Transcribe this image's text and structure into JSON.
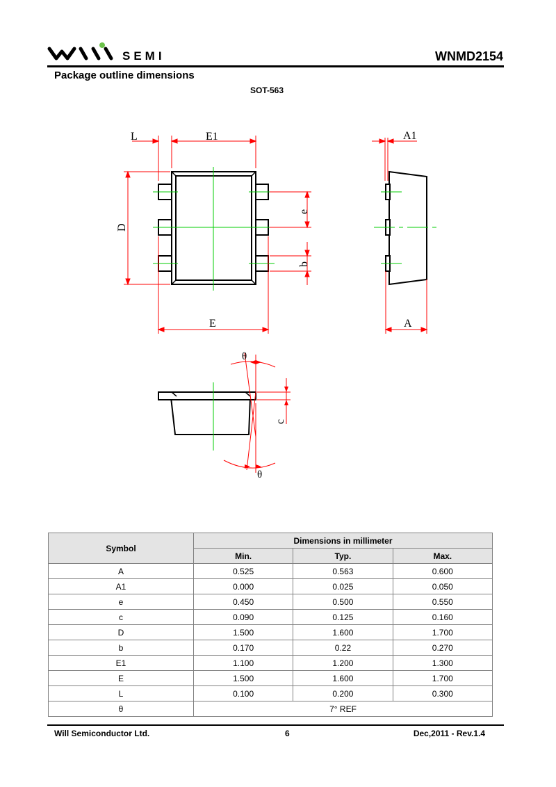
{
  "header": {
    "logo_text": "SEMI",
    "doc_title": "WNMD2154"
  },
  "section_title": "Package outline dimensions",
  "package_name": "SOT-563",
  "drawing_labels": {
    "L": "L",
    "E1": "E1",
    "A1": "A1",
    "D": "D",
    "e": "e",
    "b": "b",
    "E": "E",
    "A": "A",
    "theta": "θ",
    "c": "c"
  },
  "colors": {
    "dimension": "#ff0000",
    "centerline": "#00cc00",
    "outline": "#000000"
  },
  "table": {
    "symbol_header": "Symbol",
    "group_header": "Dimensions in millimeter",
    "min_header": "Min.",
    "typ_header": "Typ.",
    "max_header": "Max.",
    "rows": [
      {
        "symbol": "A",
        "min": "0.525",
        "typ": "0.563",
        "max": "0.600"
      },
      {
        "symbol": "A1",
        "min": "0.000",
        "typ": "0.025",
        "max": "0.050"
      },
      {
        "symbol": "e",
        "min": "0.450",
        "typ": "0.500",
        "max": "0.550"
      },
      {
        "symbol": "c",
        "min": "0.090",
        "typ": "0.125",
        "max": "0.160"
      },
      {
        "symbol": "D",
        "min": "1.500",
        "typ": "1.600",
        "max": "1.700"
      },
      {
        "symbol": "b",
        "min": "0.170",
        "typ": "0.22",
        "max": "0.270"
      },
      {
        "symbol": "E1",
        "min": "1.100",
        "typ": "1.200",
        "max": "1.300"
      },
      {
        "symbol": "E",
        "min": "1.500",
        "typ": "1.600",
        "max": "1.700"
      },
      {
        "symbol": "L",
        "min": "0.100",
        "typ": "0.200",
        "max": "0.300"
      }
    ],
    "theta_symbol": "θ",
    "theta_value": "7°  REF"
  },
  "footer": {
    "company": "Will Semiconductor Ltd.",
    "page_number": "6",
    "revision": "Dec,2011  - Rev.1.4"
  }
}
